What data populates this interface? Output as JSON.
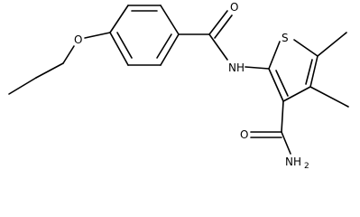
{
  "diagram_type": "chemical-structure",
  "colors": {
    "bond": "#000000",
    "label": "#000000",
    "background": "#ffffff"
  },
  "atoms": {
    "ether_oxygen": "O",
    "carbonyl_oxygen_amide": "O",
    "amide_nh": "NH",
    "thiophene_sulfur": "S",
    "carboxamide_oxygen": "O",
    "carboxamide_nh2": "NH",
    "carboxamide_nh2_subscript": "2"
  }
}
